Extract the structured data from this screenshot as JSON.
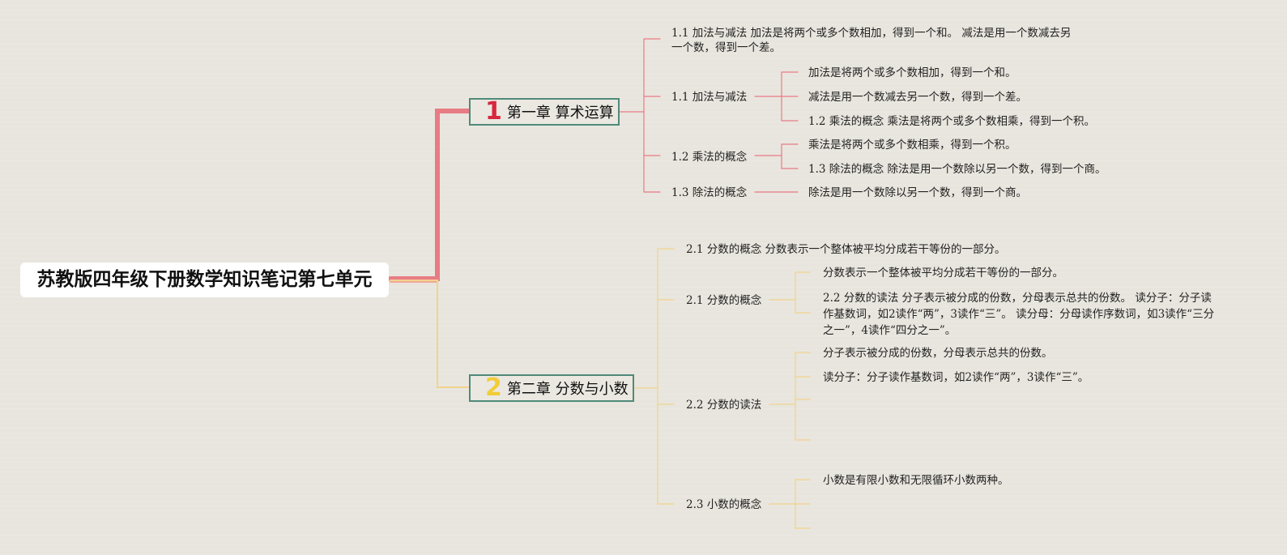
{
  "root": {
    "title": "苏教版四年级下册数学知识笔记第七单元"
  },
  "colors": {
    "branch1": "#e87c84",
    "branch2": "#f1d48c",
    "border": "#4f8a79",
    "num1": "#d6283f",
    "num2": "#f2cc3a"
  },
  "chapters": [
    {
      "num": "1",
      "title": "第一章 算术运算",
      "items": [
        {
          "label": "1.1 加法与减法 加法是将两个或多个数相加，得到一个和。 减法是用一个数减去另一个数，得到一个差。",
          "children": []
        },
        {
          "label": "1.1 加法与减法",
          "children": [
            "加法是将两个或多个数相加，得到一个和。",
            "减法是用一个数减去另一个数，得到一个差。",
            "1.2 乘法的概念 乘法是将两个或多个数相乘，得到一个积。"
          ]
        },
        {
          "label": "1.2 乘法的概念",
          "children": [
            "乘法是将两个或多个数相乘，得到一个积。",
            "1.3 除法的概念 除法是用一个数除以另一个数，得到一个商。"
          ]
        },
        {
          "label": "1.3 除法的概念",
          "children": [
            "除法是用一个数除以另一个数，得到一个商。"
          ]
        }
      ]
    },
    {
      "num": "2",
      "title": "第二章 分数与小数",
      "items": [
        {
          "label": "2.1 分数的概念 分数表示一个整体被平均分成若干等份的一部分。",
          "children": []
        },
        {
          "label": "2.1 分数的概念",
          "children": [
            "分数表示一个整体被平均分成若干等份的一部分。",
            "2.2 分数的读法 分子表示被分成的份数，分母表示总共的份数。 读分子：分子读作基数词，如2读作“两”，3读作“三”。 读分母：分母读作序数词，如3读作“三分之一”，4读作“四分之一”。"
          ]
        },
        {
          "label": "2.2 分数的读法",
          "children": [
            "分子表示被分成的份数，分母表示总共的份数。",
            "读分子：分子读作基数词，如2读作“两”，3读作“三”。"
          ]
        },
        {
          "label": "2.3 小数的概念",
          "children": [
            "小数是有限小数和无限循环小数两种。"
          ]
        }
      ]
    }
  ]
}
